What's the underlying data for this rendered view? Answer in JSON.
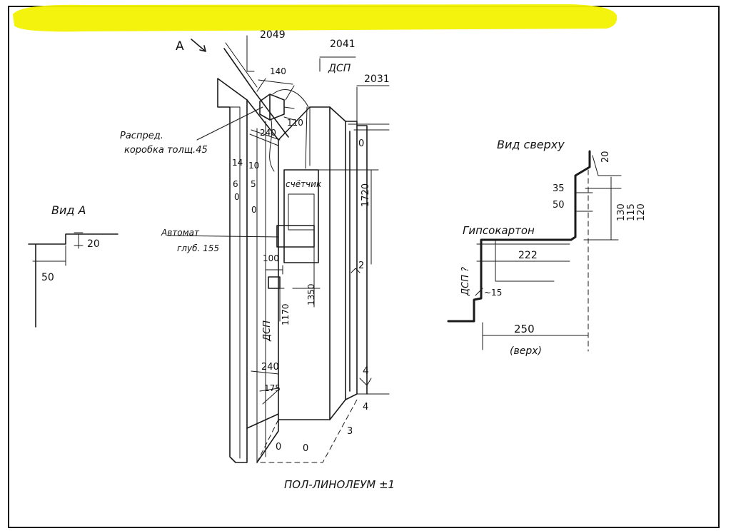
{
  "highlight_color": "#f2f200",
  "labels": {
    "view_a_arrow": "А",
    "dim_2049": "2049",
    "dim_2041": "2041",
    "dsp_top": "ДСП",
    "dim_2031": "2031",
    "dim_140": "140",
    "dim_110": "110",
    "dim_240_top": "240",
    "distributor_line1": "Распред.",
    "distributor_line2": "коробка толщ.45",
    "meter": "счётчик",
    "automat_line1": "Автомат",
    "automat_line2": "глуб. 155",
    "dim_100": "100",
    "dim_1350": "1350",
    "dim_1170": "1170",
    "dsp_wall": "ДСП",
    "dim_240_bottom": "240",
    "dim_175": "175",
    "dim_1720": "1720",
    "mark_0": "0",
    "mark_2": "2",
    "mark_4a": "4",
    "mark_4b": "4",
    "mark_3": "3",
    "wall_col1": [
      "14",
      "6",
      "0"
    ],
    "wall_col2": [
      "10",
      "5",
      "0"
    ],
    "floor_zeros": [
      "0",
      "0"
    ],
    "floor_label": "ПОЛ-ЛИНОЛЕУМ ±1",
    "view_a_title": "Вид А",
    "view_a_dim_20": "20",
    "view_a_dim_50": "50",
    "top_view_title": "Вид сверху",
    "top_dim_20": "20",
    "top_dim_35": "35",
    "top_dim_50": "50",
    "top_dim_130": "130",
    "top_dim_115": "115",
    "top_dim_120": "120",
    "drywall": "Гипсокартон",
    "top_dim_222": "222",
    "dsp_question": "ДСП ?",
    "top_dim_15": "~15",
    "top_dim_250": "250",
    "top_verkh": "(верх)"
  }
}
